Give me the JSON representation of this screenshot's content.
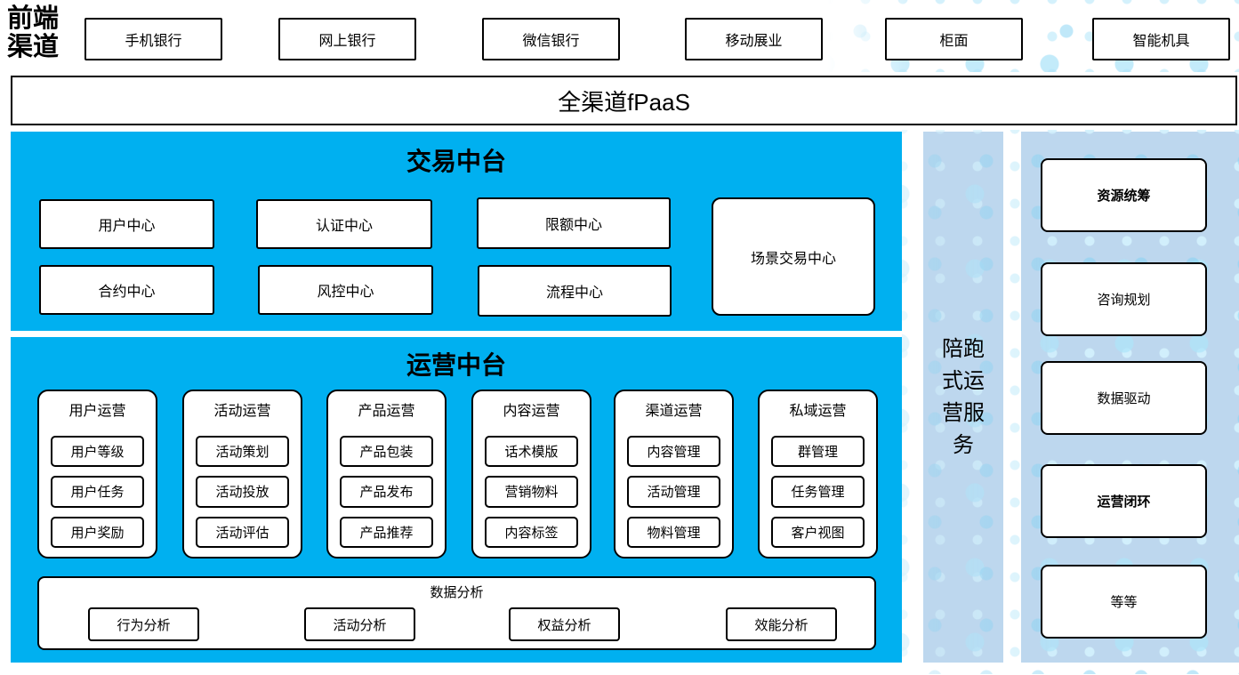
{
  "front_channels": {
    "label": "前端\n渠道",
    "items": [
      "手机银行",
      "网上银行",
      "微信银行",
      "移动展业",
      "柜面",
      "智能机具"
    ]
  },
  "fpaas": {
    "label": "全渠道fPaaS"
  },
  "trade_platform": {
    "title": "交易中台",
    "centers": [
      "用户中心",
      "认证中心",
      "限额中心",
      "场景交易中心",
      "合约中心",
      "风控中心",
      "流程中心"
    ]
  },
  "ops_platform": {
    "title": "运营中台",
    "columns": [
      {
        "header": "用户运营",
        "items": [
          "用户等级",
          "用户任务",
          "用户奖励"
        ]
      },
      {
        "header": "活动运营",
        "items": [
          "活动策划",
          "活动投放",
          "活动评估"
        ]
      },
      {
        "header": "产品运营",
        "items": [
          "产品包装",
          "产品发布",
          "产品推荐"
        ]
      },
      {
        "header": "内容运营",
        "items": [
          "话术模版",
          "营销物料",
          "内容标签"
        ]
      },
      {
        "header": "渠道运营",
        "items": [
          "内容管理",
          "活动管理",
          "物料管理"
        ]
      },
      {
        "header": "私域运营",
        "items": [
          "群管理",
          "任务管理",
          "客户视图"
        ]
      }
    ],
    "analysis": {
      "title": "数据分析",
      "items": [
        "行为分析",
        "活动分析",
        "权益分析",
        "效能分析"
      ]
    }
  },
  "side_service": {
    "label": "陪跑式运营服务"
  },
  "right_panel": {
    "items": [
      "资源统筹",
      "咨询规划",
      "数据驱动",
      "运营闭环",
      "等等"
    ]
  },
  "colors": {
    "platform_blue": "#00B0F0",
    "panel_light_blue": "#BDD7EE",
    "dot_blue": "#BCE7F8",
    "border_black": "#000000"
  }
}
